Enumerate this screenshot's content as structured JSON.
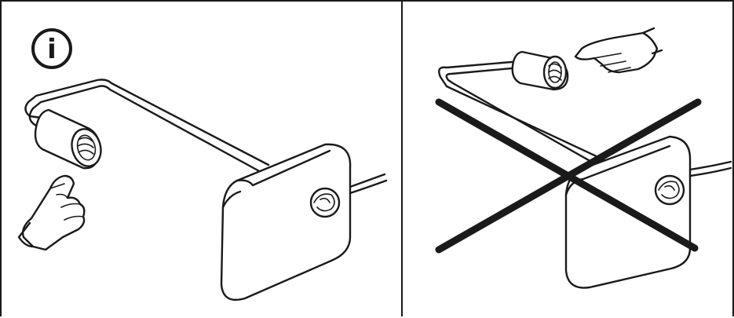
{
  "info_icon": {
    "glyph": "i",
    "color": "#1a1a1a"
  },
  "panels": [
    {
      "name": "correct-handling",
      "mark": "info-icon"
    },
    {
      "name": "incorrect-handling",
      "mark": "cross-out"
    }
  ],
  "colors": {
    "line": "#1a1a1a",
    "background": "#ffffff",
    "cross": "#1a1a1a"
  }
}
